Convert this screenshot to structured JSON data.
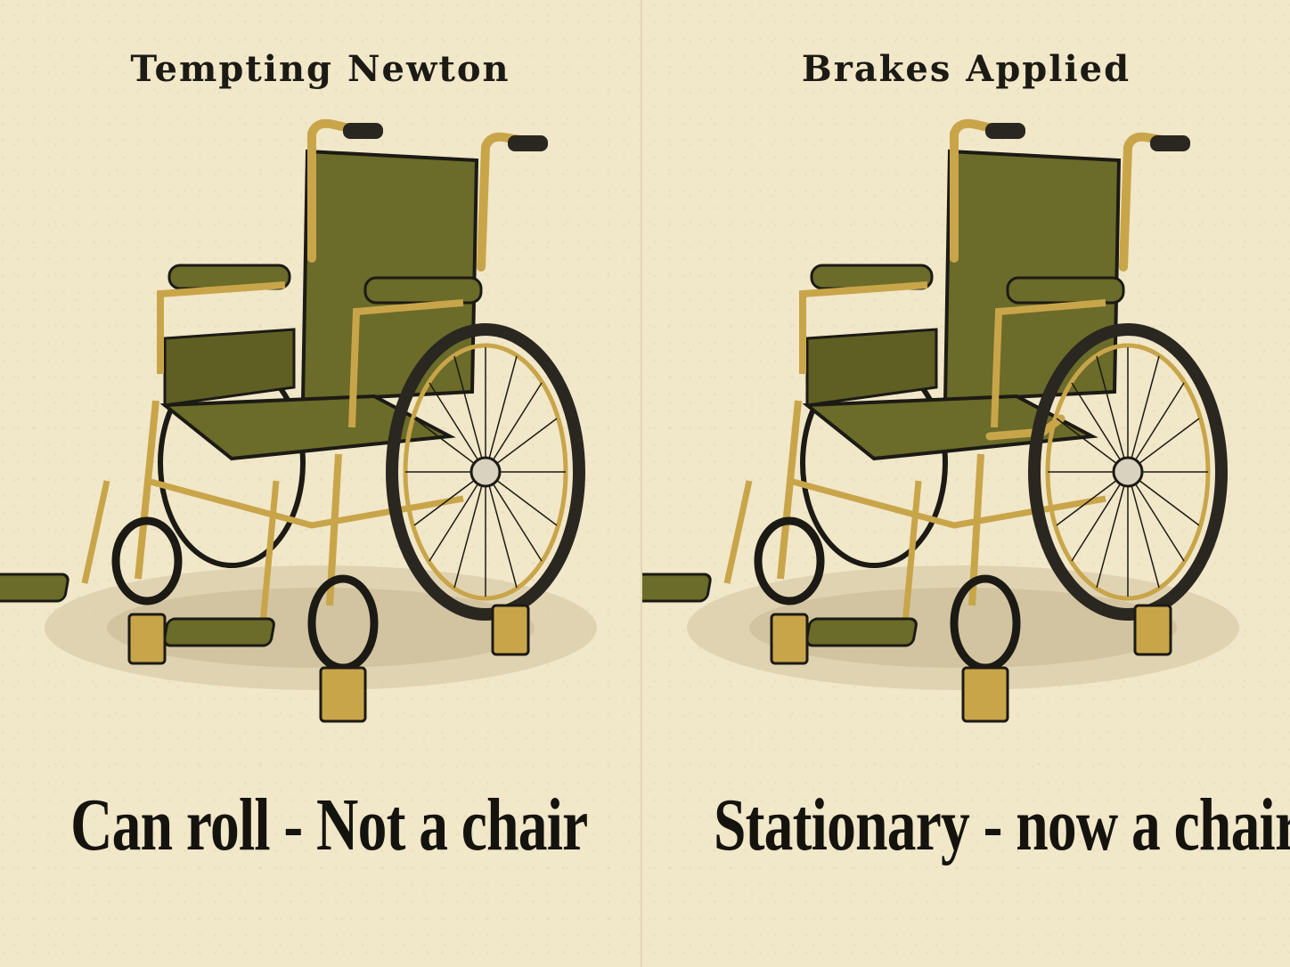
{
  "panels": [
    {
      "heading": "Tempting Newton",
      "caption": "Can roll - Not a chair",
      "image": "wheelchair-illustration"
    },
    {
      "heading": "Brakes Applied",
      "caption": "Stationary - now a chair",
      "image": "wheelchair-with-brakes-illustration"
    }
  ],
  "colors": {
    "background": "#f1e7c9",
    "frame_brass": "#c9a54a",
    "fabric_olive": "#6b6b2a",
    "ink": "#1c1a14"
  }
}
